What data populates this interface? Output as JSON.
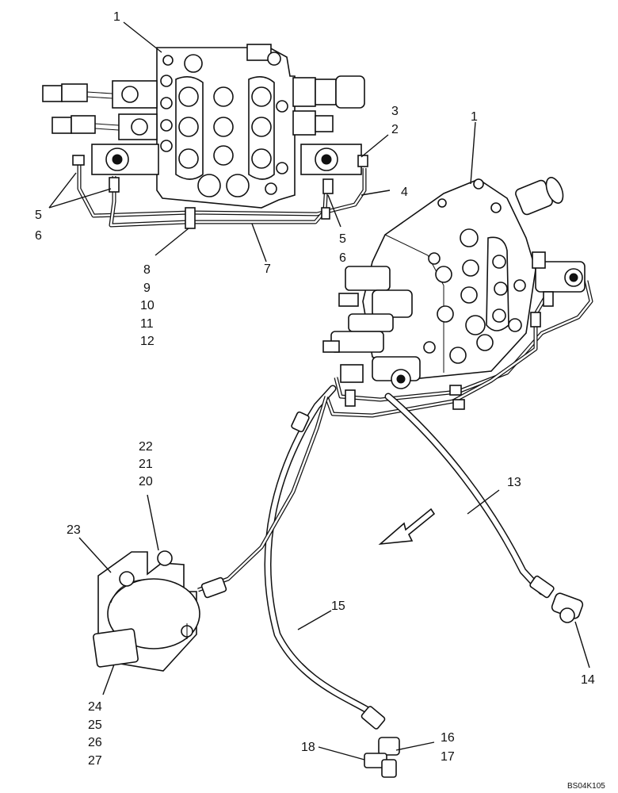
{
  "diagram": {
    "code": "BS04K105",
    "callouts": {
      "c1a": "1",
      "c1b": "1",
      "c2": "2",
      "c3": "3",
      "c4": "4",
      "c5a": "5",
      "c5b": "5",
      "c6a": "6",
      "c6b": "6",
      "c7": "7",
      "c8": "8",
      "c9": "9",
      "c10": "10",
      "c11": "11",
      "c12": "12",
      "c13": "13",
      "c14": "14",
      "c15": "15",
      "c16": "16",
      "c17": "17",
      "c18": "18",
      "c20": "20",
      "c21": "21",
      "c22": "22",
      "c23": "23",
      "c24": "24",
      "c25": "25",
      "c26": "26",
      "c27": "27"
    },
    "colors": {
      "line": "#111111",
      "background": "#ffffff"
    }
  }
}
